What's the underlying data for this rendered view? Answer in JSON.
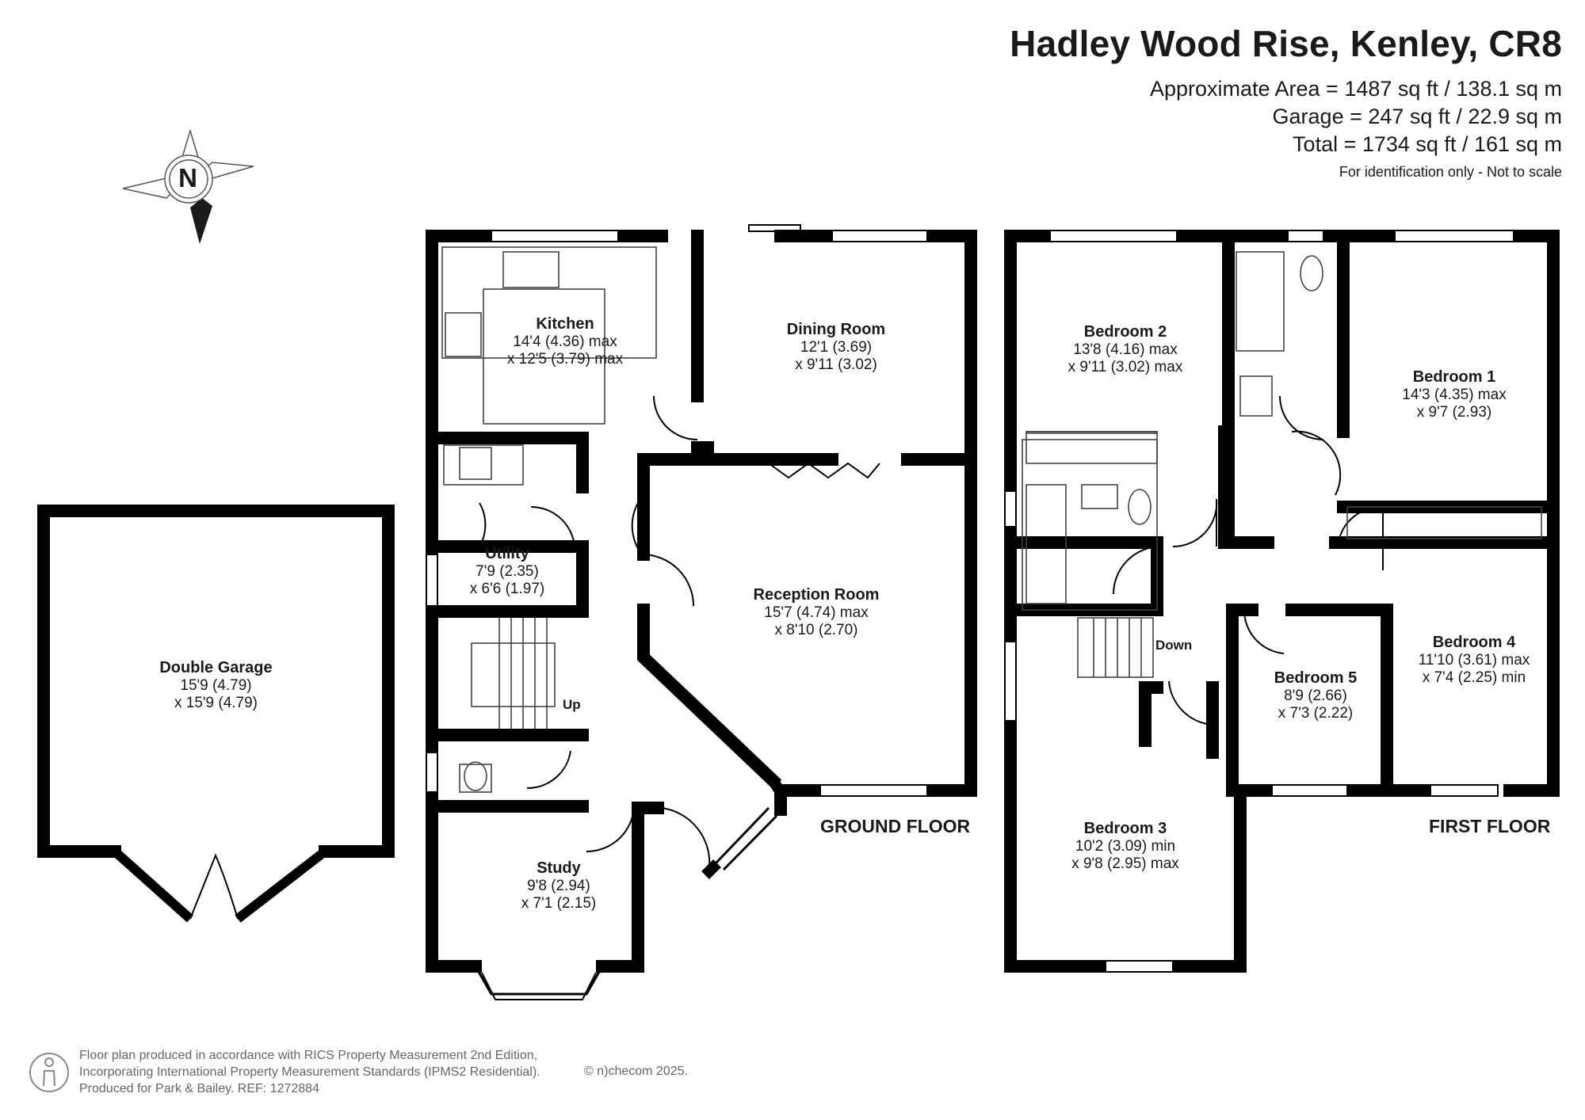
{
  "header": {
    "title": "Hadley Wood Rise, Kenley, CR8",
    "approx_area": "Approximate Area = 1487 sq ft / 138.1 sq m",
    "garage_area": "Garage = 247 sq ft / 22.9 sq m",
    "total_area": "Total = 1734 sq ft / 161 sq m",
    "note": "For identification only - Not to scale"
  },
  "compass": {
    "label": "N"
  },
  "ground_floor": {
    "label": "GROUND FLOOR",
    "rooms": {
      "kitchen": {
        "name": "Kitchen",
        "dim1": "14'4 (4.36) max",
        "dim2": "x 12'5 (3.79) max"
      },
      "dining": {
        "name": "Dining Room",
        "dim1": "12'1 (3.69)",
        "dim2": "x 9'11 (3.02)"
      },
      "utility": {
        "name": "Utility",
        "dim1": "7'9 (2.35)",
        "dim2": "x 6'6 (1.97)"
      },
      "reception": {
        "name": "Reception Room",
        "dim1": "15'7 (4.74) max",
        "dim2": "x 8'10 (2.70)"
      },
      "study": {
        "name": "Study",
        "dim1": "9'8 (2.94)",
        "dim2": "x 7'1 (2.15)"
      },
      "garage": {
        "name": "Double Garage",
        "dim1": "15'9 (4.79)",
        "dim2": "x 15'9 (4.79)"
      }
    },
    "stairs_label": "Up"
  },
  "first_floor": {
    "label": "FIRST FLOOR",
    "rooms": {
      "bedroom1": {
        "name": "Bedroom 1",
        "dim1": "14'3 (4.35) max",
        "dim2": "x 9'7 (2.93)"
      },
      "bedroom2": {
        "name": "Bedroom 2",
        "dim1": "13'8 (4.16) max",
        "dim2": "x 9'11 (3.02) max"
      },
      "bedroom3": {
        "name": "Bedroom 3",
        "dim1": "10'2 (3.09) min",
        "dim2": "x 9'8 (2.95) max"
      },
      "bedroom4": {
        "name": "Bedroom 4",
        "dim1": "11'10 (3.61) max",
        "dim2": "x 7'4 (2.25) min"
      },
      "bedroom5": {
        "name": "Bedroom 5",
        "dim1": "8'9 (2.66)",
        "dim2": "x 7'3 (2.22)"
      }
    },
    "stairs_label": "Down"
  },
  "footer": {
    "line1": "Floor plan produced in accordance with RICS Property Measurement 2nd Edition,",
    "line2": "Incorporating International Property Measurement Standards (IPMS2 Residential).",
    "line3": "Produced for Park & Bailey.   REF:  1272884",
    "brand": "© n)checom 2025."
  },
  "colors": {
    "wall": "#000000",
    "text": "#1a1a1a",
    "footer_text": "#666666",
    "fixture": "#444444"
  }
}
